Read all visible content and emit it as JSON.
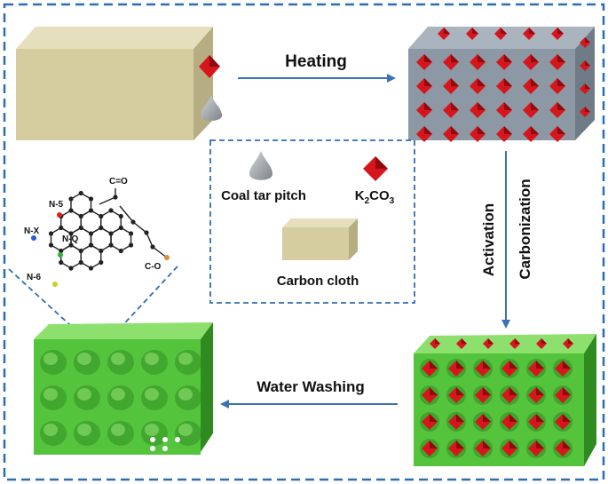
{
  "steps": {
    "heating": "Heating",
    "activation": "Activation",
    "carbonization": "Carbonization",
    "water_washing": "Water Washing"
  },
  "legend": {
    "pitch": "Coal tar pitch",
    "k2co3_prefix": "K",
    "k2co3_sub1": "2",
    "k2co3_mid": "CO",
    "k2co3_sub2": "3",
    "cloth": "Carbon cloth"
  },
  "structure": {
    "n5": "N-5",
    "nx": "N-X",
    "nq": "N-Q",
    "n6": "N-6",
    "co_double": "C=O",
    "co_single": "C-O"
  },
  "colors": {
    "frame": "#2e6db4",
    "arrow": "#3b6fb6",
    "block_front": "#d5cca0",
    "block_top": "#e6dfbd",
    "block_side": "#b6ad82",
    "gray_front": "#8c98a4",
    "gray_top": "#aab4be",
    "gray_side": "#6f7b87",
    "crystal": "#d7151c",
    "crystal_dark": "#8f0a0f",
    "pitch": "#a3a8ac",
    "green": "#54c43c",
    "green_dark": "#2f8a20",
    "green_light": "#8ee06e"
  }
}
